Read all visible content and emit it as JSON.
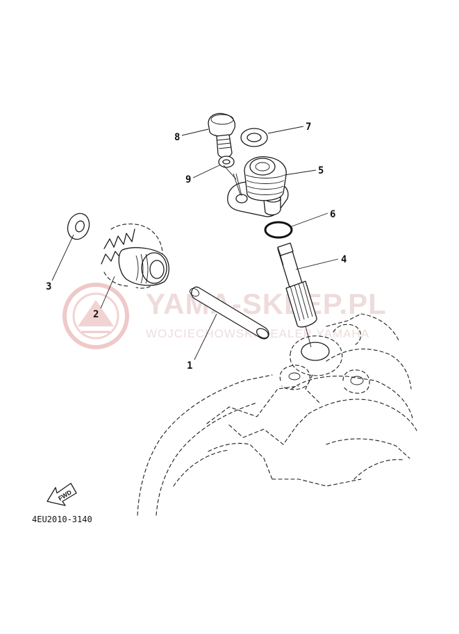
{
  "watermark": {
    "brand": "YAMA-SKLEP.PL",
    "tagline": "WOJCIECHOWSKI DEALER YAMAHA",
    "color": "#e8b0b0"
  },
  "callouts": {
    "c1": "1",
    "c2": "2",
    "c3": "3",
    "c4": "4",
    "c5": "5",
    "c6": "6",
    "c7": "7",
    "c8": "8",
    "c9": "9"
  },
  "direction_arrow": {
    "label": "FWD",
    "icon": "fwd-arrow-icon"
  },
  "diagram_code": "4EU2010-3140"
}
